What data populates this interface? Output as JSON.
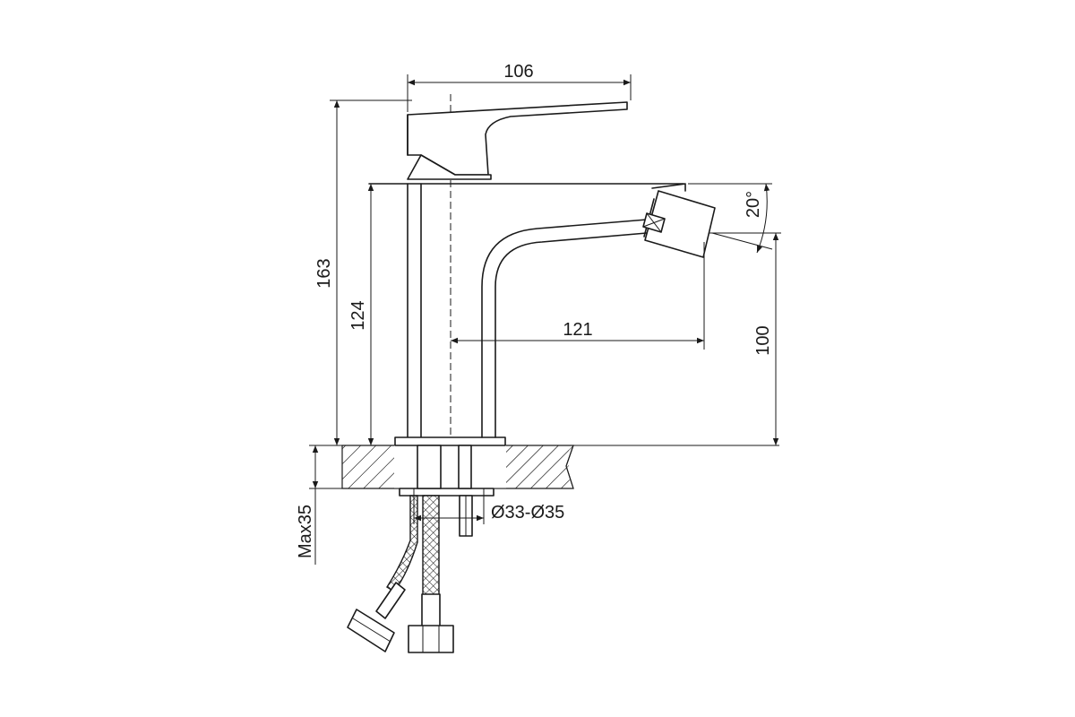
{
  "dimensions": {
    "handle_reach": "106",
    "total_height": "163",
    "body_height": "124",
    "spout_reach": "121",
    "outlet_height": "100",
    "outlet_angle": "20°",
    "hole_diameter": "Ø33-Ø35",
    "max_counter": "Max35"
  },
  "colors": {
    "line": "#1a1a1a",
    "background": "#ffffff"
  }
}
